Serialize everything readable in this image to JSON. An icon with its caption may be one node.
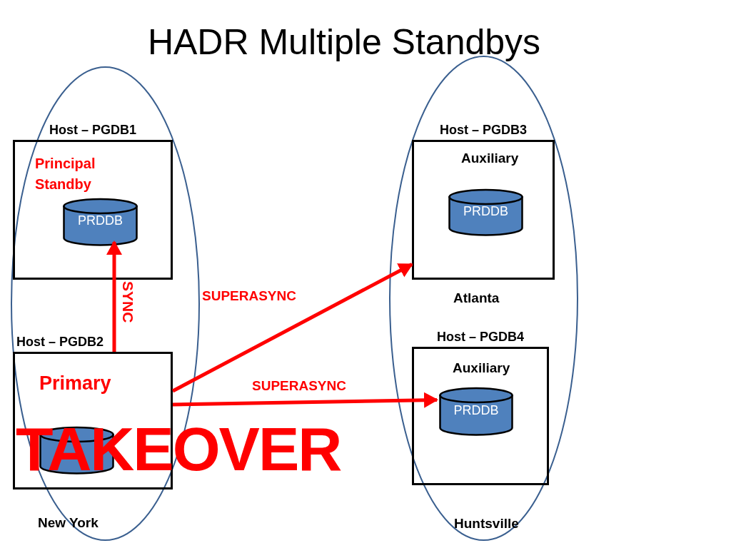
{
  "diagram": {
    "title": "HADR Multiple Standbys",
    "nodes": [
      {
        "text": [],
        "shape": "ellipse"
      },
      {
        "text": [
          "Host – PGDB1",
          "Principal Standby"
        ],
        "in": 0
      },
      {
        "text": [
          "PRDDB"
        ],
        "in": 1
      },
      {
        "text": [
          "Host – PGDB2",
          "Primary"
        ],
        "beside": [
          "New York"
        ],
        "in": 0
      },
      {
        "text": [],
        "shape": "cylinder",
        "in": 3
      },
      {
        "text": [],
        "shape": "ellipse"
      },
      {
        "text": [
          "Host – PGDB3",
          "Auxiliary"
        ],
        "beside": [
          "Atlanta"
        ],
        "in": 5
      },
      {
        "text": [
          "PRDDB"
        ],
        "in": 6
      },
      {
        "text": [
          "Host – PGDB4",
          "Auxiliary"
        ],
        "beside": [
          "Huntsville"
        ],
        "in": 5
      },
      {
        "text": [
          "PRDDB"
        ],
        "in": 8
      }
    ],
    "edges": [
      {
        "from": 3,
        "to": 2,
        "arrow": "to",
        "label": "SYNC"
      },
      {
        "from": 3,
        "to": 6,
        "arrow": "to",
        "label": "SUPERASYNC"
      },
      {
        "from": 3,
        "to": 9,
        "arrow": "to",
        "label": "SUPERASYNC"
      }
    ],
    "labels": [
      "TAKEOVER"
    ]
  }
}
